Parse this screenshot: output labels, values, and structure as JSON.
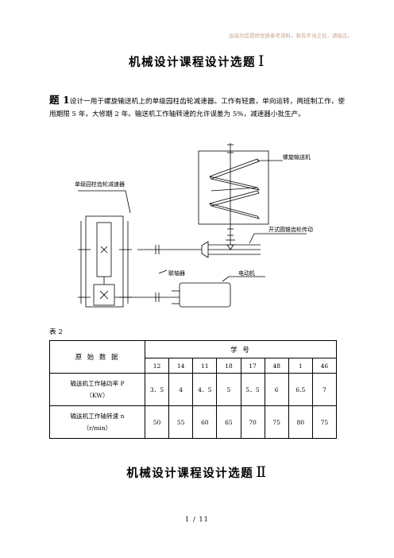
{
  "header": {
    "watermark": "由诚为您提供优质参考资料，若有不当之处，请指正。"
  },
  "title1": {
    "text": "机械设计课程设计选题",
    "roman": "Ⅰ"
  },
  "problem": {
    "label": "题 1",
    "text": "设计一用于螺旋输送机上的单级园柱齿轮减速器。工作有轻震，单向运转，两班制工作，使用期限 5 年，大修期 2 年。输送机工作轴转速的允许误差为 5%，减速器小批生产。"
  },
  "diagram": {
    "labels": {
      "reducer": "单级园柱齿轮减速器",
      "screw": "螺旋输送机",
      "bevel": "开式圆锥齿轮传动",
      "coupling": "联轴器",
      "motor": "电动机"
    }
  },
  "table": {
    "caption": "表 2",
    "row_header": "原 始 数 据",
    "col_group": "学 号",
    "student_ids": [
      "12",
      "14",
      "11",
      "18",
      "17",
      "48",
      "1",
      "46"
    ],
    "rows": [
      {
        "label_line1": "输送机工作轴功率 P",
        "label_line2": "（KW）",
        "values": [
          "3．5",
          "4",
          "4．5",
          "5",
          "5．5",
          "6",
          "6.5",
          "7"
        ]
      },
      {
        "label_line1": "输送机工作轴转速 n",
        "label_line2": "（r/min）",
        "values": [
          "50",
          "55",
          "60",
          "65",
          "70",
          "75",
          "80",
          "75"
        ]
      }
    ]
  },
  "title2": {
    "text": "机械设计课程设计选题",
    "roman": "Ⅱ"
  },
  "footer": {
    "page": "1 / 11"
  }
}
